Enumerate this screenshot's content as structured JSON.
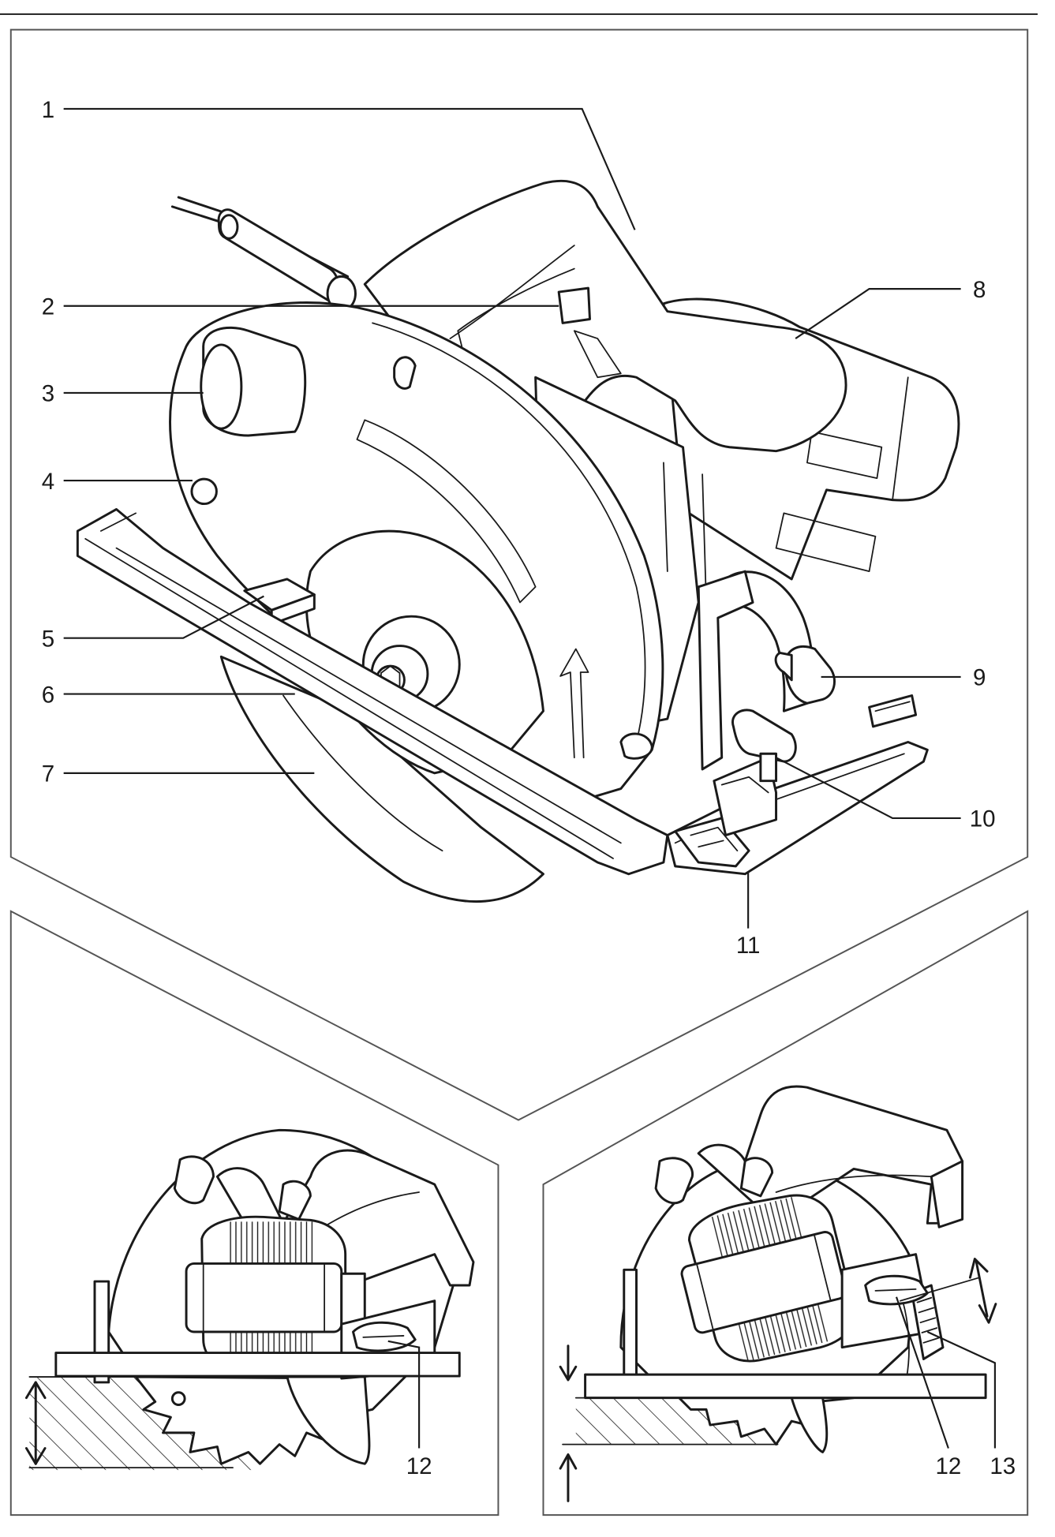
{
  "callouts_top": [
    {
      "id": "1",
      "label": "1"
    },
    {
      "id": "2",
      "label": "2"
    },
    {
      "id": "3",
      "label": "3"
    },
    {
      "id": "4",
      "label": "4"
    },
    {
      "id": "5",
      "label": "5"
    },
    {
      "id": "6",
      "label": "6"
    },
    {
      "id": "7",
      "label": "7"
    },
    {
      "id": "8",
      "label": "8"
    },
    {
      "id": "9",
      "label": "9"
    },
    {
      "id": "10",
      "label": "10"
    },
    {
      "id": "11",
      "label": "11"
    }
  ],
  "callouts_bottom_left": [
    {
      "id": "12",
      "label": "12"
    }
  ],
  "callouts_bottom_right": [
    {
      "id": "12",
      "label": "12"
    },
    {
      "id": "13",
      "label": "13"
    }
  ]
}
